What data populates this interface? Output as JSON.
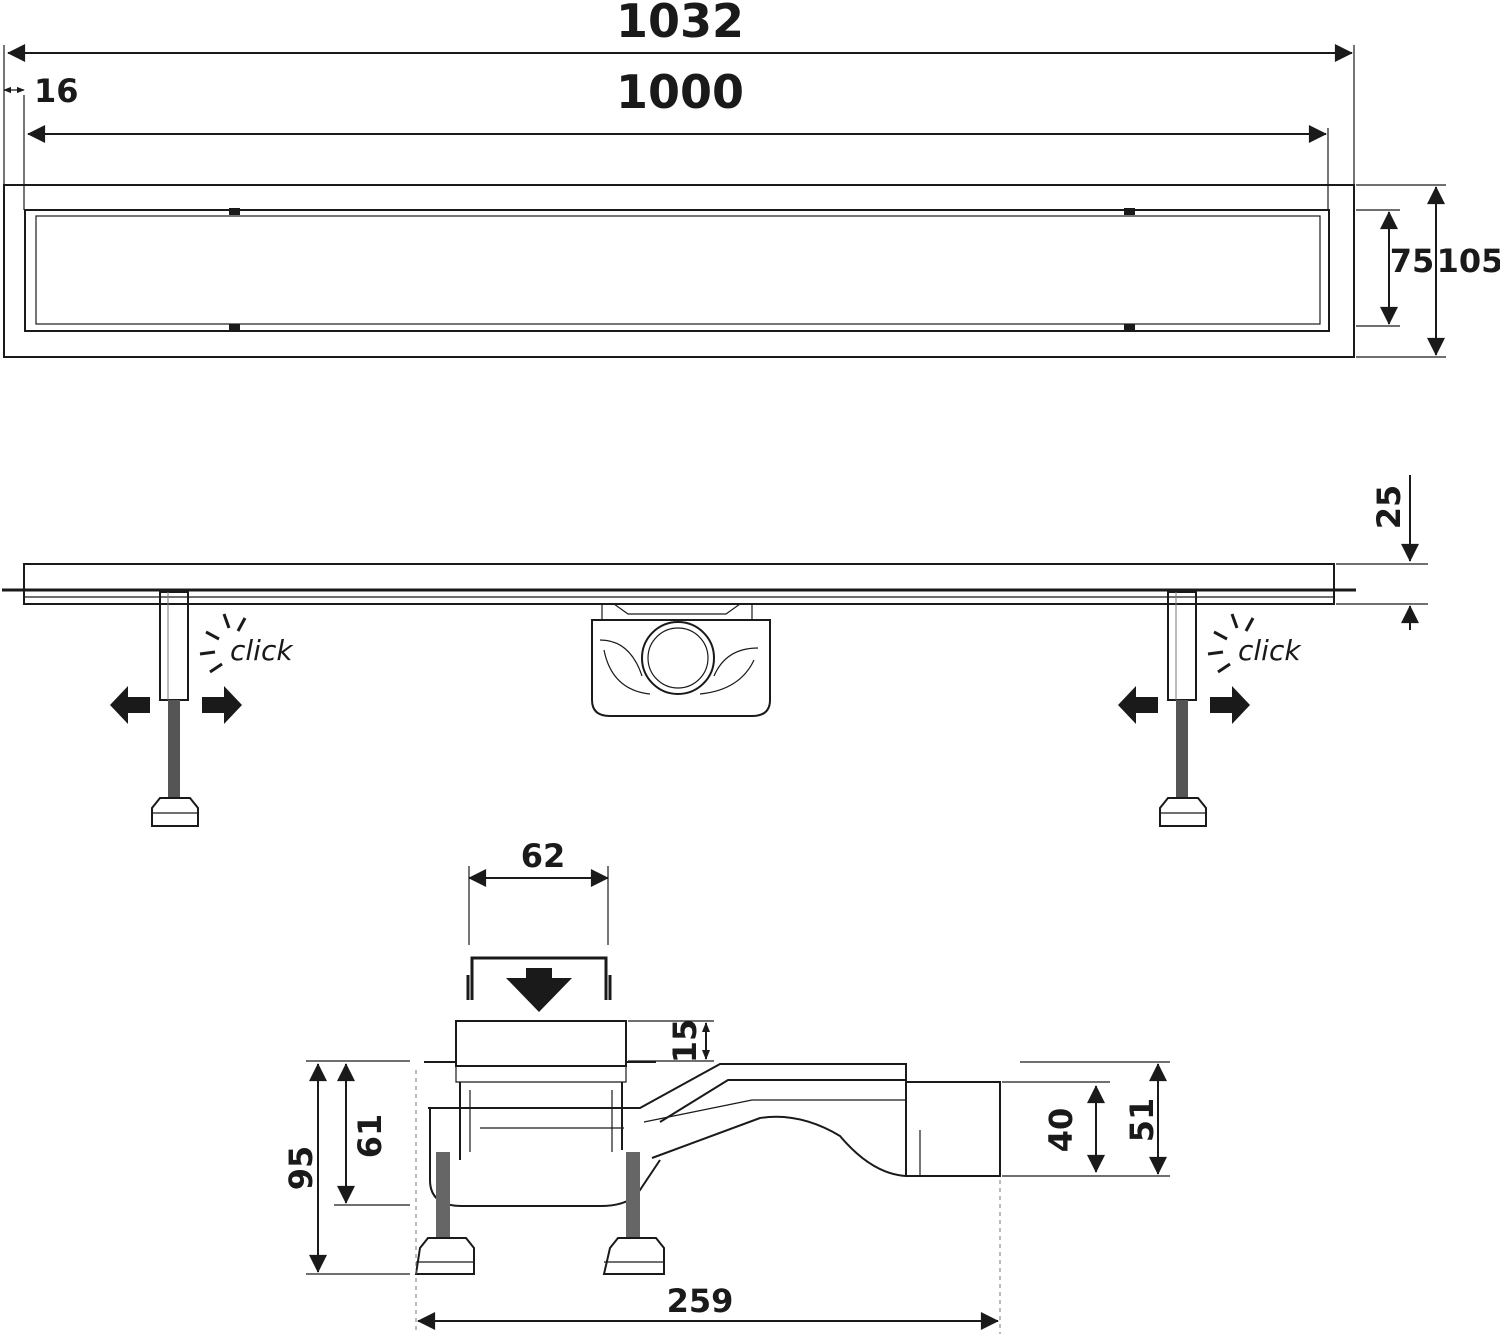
{
  "dimensions": {
    "overall_length": "1032",
    "grate_length": "1000",
    "flange_width": "16",
    "inner_width": "75",
    "outer_width": "105",
    "height_adjust": "25",
    "outlet_width": "62",
    "trap_depth": "15",
    "body_height_min": "61",
    "body_height_max": "95",
    "pipe_inner": "40",
    "pipe_outer": "51",
    "total_depth": "259"
  },
  "annotations": {
    "click_left": "click",
    "click_right": "click"
  },
  "icons": [
    "arrow-left-icon",
    "arrow-right-icon",
    "burst-icon",
    "arrow-down-icon"
  ]
}
